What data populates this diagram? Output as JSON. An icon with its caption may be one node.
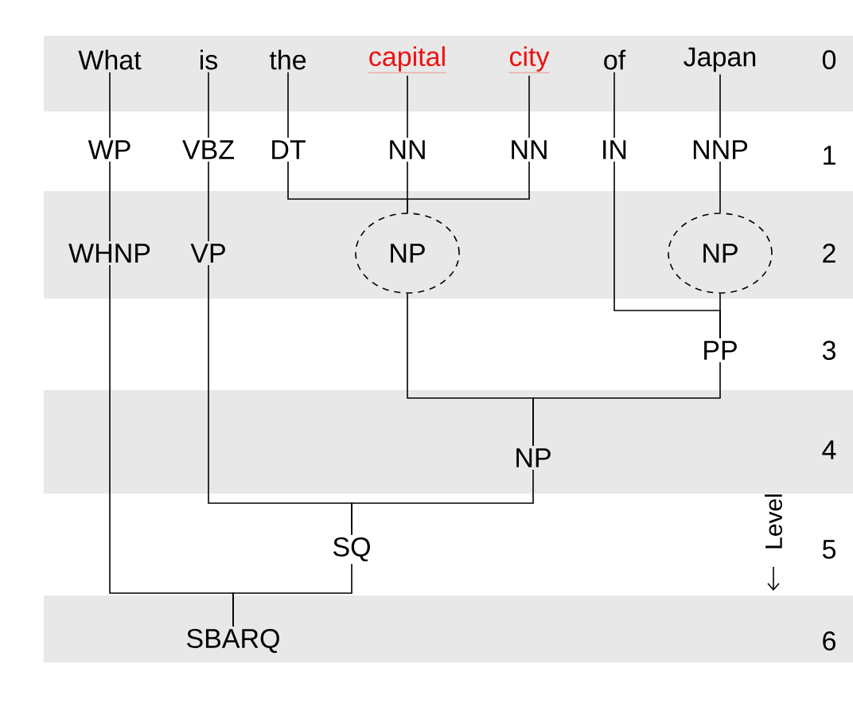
{
  "diagram": {
    "nodes": [
      {
        "text": [
          "What"
        ]
      },
      {
        "text": [
          "is"
        ]
      },
      {
        "text": [
          "the"
        ]
      },
      {
        "text": [
          "capital"
        ]
      },
      {
        "text": [
          "city"
        ]
      },
      {
        "text": [
          "of"
        ]
      },
      {
        "text": [
          "Japan"
        ]
      },
      {
        "text": [
          "WP"
        ]
      },
      {
        "text": [
          "VBZ"
        ]
      },
      {
        "text": [
          "DT"
        ]
      },
      {
        "text": [
          "NN"
        ]
      },
      {
        "text": [
          "NN"
        ]
      },
      {
        "text": [
          "IN"
        ]
      },
      {
        "text": [
          "NNP"
        ]
      },
      {
        "text": [
          "WHNP"
        ]
      },
      {
        "text": [
          "VP"
        ]
      },
      {
        "text": [
          "NP"
        ]
      },
      {
        "text": [
          "NP"
        ]
      },
      {
        "text": [
          "PP"
        ]
      },
      {
        "text": [
          "NP"
        ]
      },
      {
        "text": [
          "SQ"
        ]
      },
      {
        "text": [
          "SBARQ"
        ]
      }
    ],
    "edges": [
      {
        "from": 0,
        "to": 7,
        "arrow": "none"
      },
      {
        "from": 1,
        "to": 8,
        "arrow": "none"
      },
      {
        "from": 2,
        "to": 9,
        "arrow": "none"
      },
      {
        "from": 3,
        "to": 10,
        "arrow": "none"
      },
      {
        "from": 4,
        "to": 11,
        "arrow": "none"
      },
      {
        "from": 5,
        "to": 12,
        "arrow": "none"
      },
      {
        "from": 6,
        "to": 13,
        "arrow": "none"
      },
      {
        "from": 7,
        "to": 14,
        "arrow": "none"
      },
      {
        "from": 8,
        "to": 15,
        "arrow": "none"
      },
      {
        "from": 9,
        "to": 16,
        "arrow": "none"
      },
      {
        "from": 10,
        "to": 16,
        "arrow": "none"
      },
      {
        "from": 11,
        "to": 16,
        "arrow": "none"
      },
      {
        "from": 13,
        "to": 17,
        "arrow": "none"
      },
      {
        "from": 12,
        "to": 18,
        "arrow": "none"
      },
      {
        "from": 17,
        "to": 18,
        "arrow": "none"
      },
      {
        "from": 16,
        "to": 19,
        "arrow": "none"
      },
      {
        "from": 18,
        "to": 19,
        "arrow": "none"
      },
      {
        "from": 15,
        "to": 20,
        "arrow": "none"
      },
      {
        "from": 19,
        "to": 20,
        "arrow": "none"
      },
      {
        "from": 14,
        "to": 21,
        "arrow": "none"
      },
      {
        "from": 20,
        "to": 21,
        "arrow": "none"
      }
    ],
    "labels": [
      "0",
      "1",
      "2",
      "3",
      "4",
      "5",
      "6",
      "Level"
    ]
  }
}
